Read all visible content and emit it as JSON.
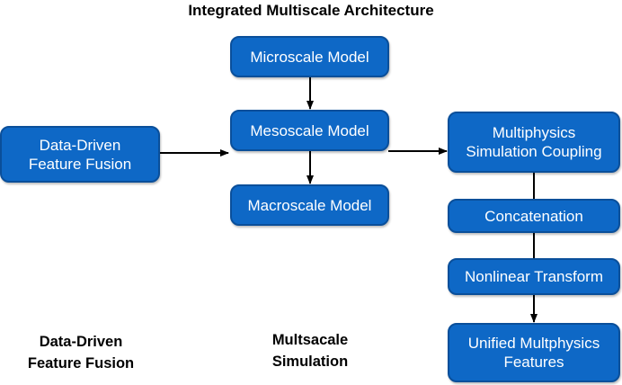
{
  "title": "Integrated Multiscale Architecture",
  "boxes": {
    "microscale": "Microscale Model",
    "mesoscale": "Mesoscale Model",
    "macroscale": "Macroscale Model",
    "data_driven": "Data-Driven\nFeature Fusion",
    "multiphysics": "Multiphysics\nSimulation Coupling",
    "concatenation": "Concatenation",
    "nonlinear": "Nonlinear Transform",
    "unified": "Unified Multphysics\nFeatures"
  },
  "captions": {
    "data_driven": "Data-Driven\nFeature Fusion",
    "multiscale": "Multsacale\nSimulation"
  },
  "colors": {
    "box_fill": "#0e68c6",
    "box_border": "#0a4f9a",
    "text_on_box": "#ffffff",
    "arrow": "#000000"
  }
}
